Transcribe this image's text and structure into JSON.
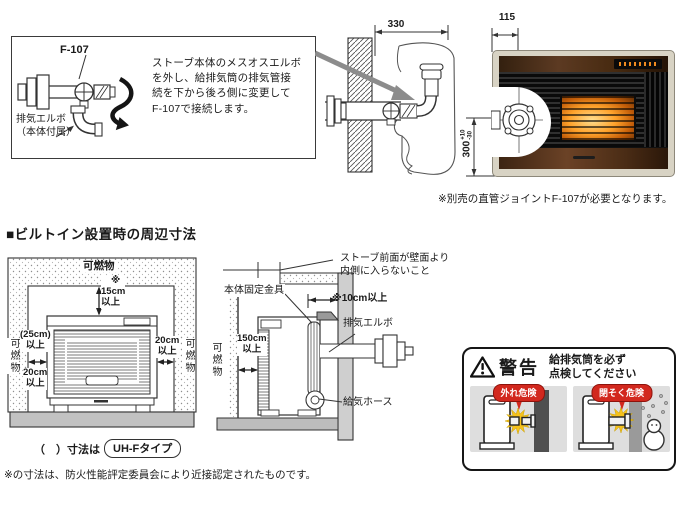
{
  "colors": {
    "hazard_red": "#d2281e",
    "burst_yellow": "#f6c21b",
    "flame_orange": "#f59122",
    "wall_gray": "#9a9a9a"
  },
  "top_left_box": {
    "f107_label": "F-107",
    "elbow_label_l1": "排気エルボ",
    "elbow_label_l2": "（本体付属）",
    "instruction_l1": "ストーブ本体のメスオスエルボ",
    "instruction_l2": "を外し、給排気筒の排気管接",
    "instruction_l3": "続を下から後ろ側に変更して",
    "instruction_l4": "F-107で接続します。"
  },
  "wall_diagram": {
    "dim_330": "330"
  },
  "stove_photo": {
    "dim_115": "115",
    "dim_300": "300",
    "tol_plus": "+10",
    "tol_minus": "-30"
  },
  "joint_note": "※別売の直管ジョイントF-107が必要となります。",
  "section_heading": "■ビルトイン設置時の周辺寸法",
  "front_diagram": {
    "combustible_top": "可燃物",
    "combustible_left": "可燃物",
    "combustible_right": "可燃物",
    "asterisk": "※",
    "dim_15_l1": "15cm",
    "dim_15_l2": "以上",
    "dim_25_l1": "(25cm)",
    "dim_25_l2": "以上",
    "dim_20_left_l1": "20cm",
    "dim_20_left_l2": "以上",
    "dim_20_right_l1": "20cm",
    "dim_20_right_l2": "以上"
  },
  "caption": {
    "prefix": "（　）寸法は",
    "type_label": "UH-Fタイプ"
  },
  "side_diagram": {
    "front_note_l1": "ストーブ前面が壁面より",
    "front_note_l2": "内側に入らないこと",
    "bracket_label": "本体固定金具",
    "dim_10": "※10cm以上",
    "exhaust_elbow": "排気エルボ",
    "combustible": "可燃物",
    "dim_150_l1": "150cm",
    "dim_150_l2": "以上",
    "air_hose": "給気ホース"
  },
  "footnote": "※の寸法は、防火性能評定委員会により近接認定されたものです。",
  "warning": {
    "title": "警告",
    "message_l1": "給排気筒を必ず",
    "message_l2": "点検してください",
    "hazard_left": "外れ危険",
    "hazard_right": "閉そく危険"
  }
}
